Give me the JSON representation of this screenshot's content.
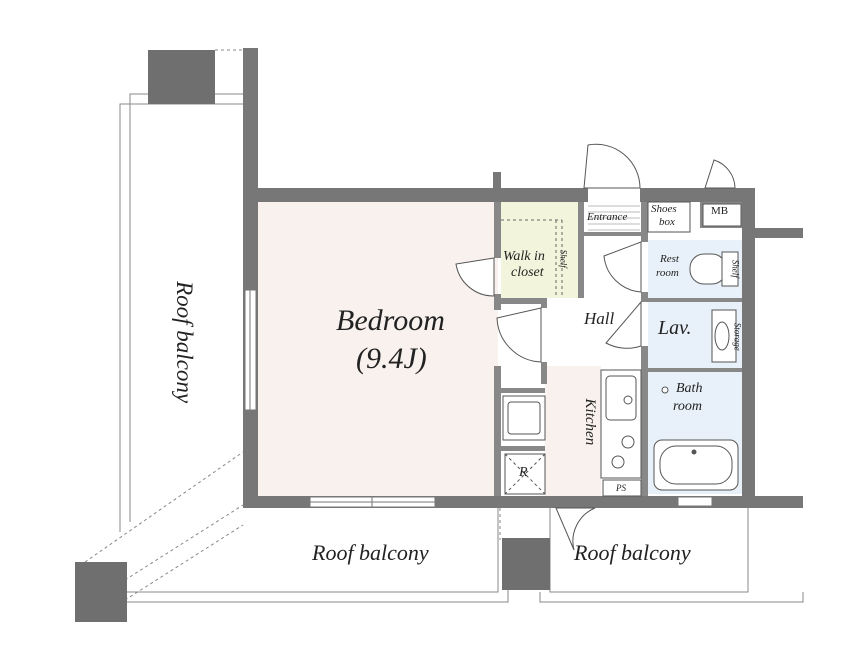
{
  "rooms": {
    "bedroom": "Bedroom",
    "bedroom_size": "(9.4J)",
    "walk_in_closet_line1": "Walk in",
    "walk_in_closet_line2": "closet",
    "closet_shelf": "Shelf",
    "entrance": "Entrance",
    "shoes_box_line1": "Shoes",
    "shoes_box_line2": "box",
    "mb": "MB",
    "rest_room_line1": "Rest",
    "rest_room_line2": "room",
    "rest_shelf": "Shelf",
    "hall": "Hall",
    "lav": "Lav.",
    "storage": "Storage",
    "bath_room_line1": "Bath",
    "bath_room_line2": "room",
    "kitchen": "Kitchen",
    "refrigerator": "R",
    "ps": "PS"
  },
  "balconies": {
    "left": "Roof balcony",
    "bottom_middle": "Roof balcony",
    "bottom_right": "Roof balcony"
  },
  "colors": {
    "wall": "#777777",
    "pillar": "#6f6f6f",
    "bedroom_floor": "#f8f1ee",
    "closet_floor": "#f2f4dc",
    "wet_area_floor": "#e8f1f9",
    "kitchen_floor": "#f8f1ee",
    "line": "#555555"
  }
}
